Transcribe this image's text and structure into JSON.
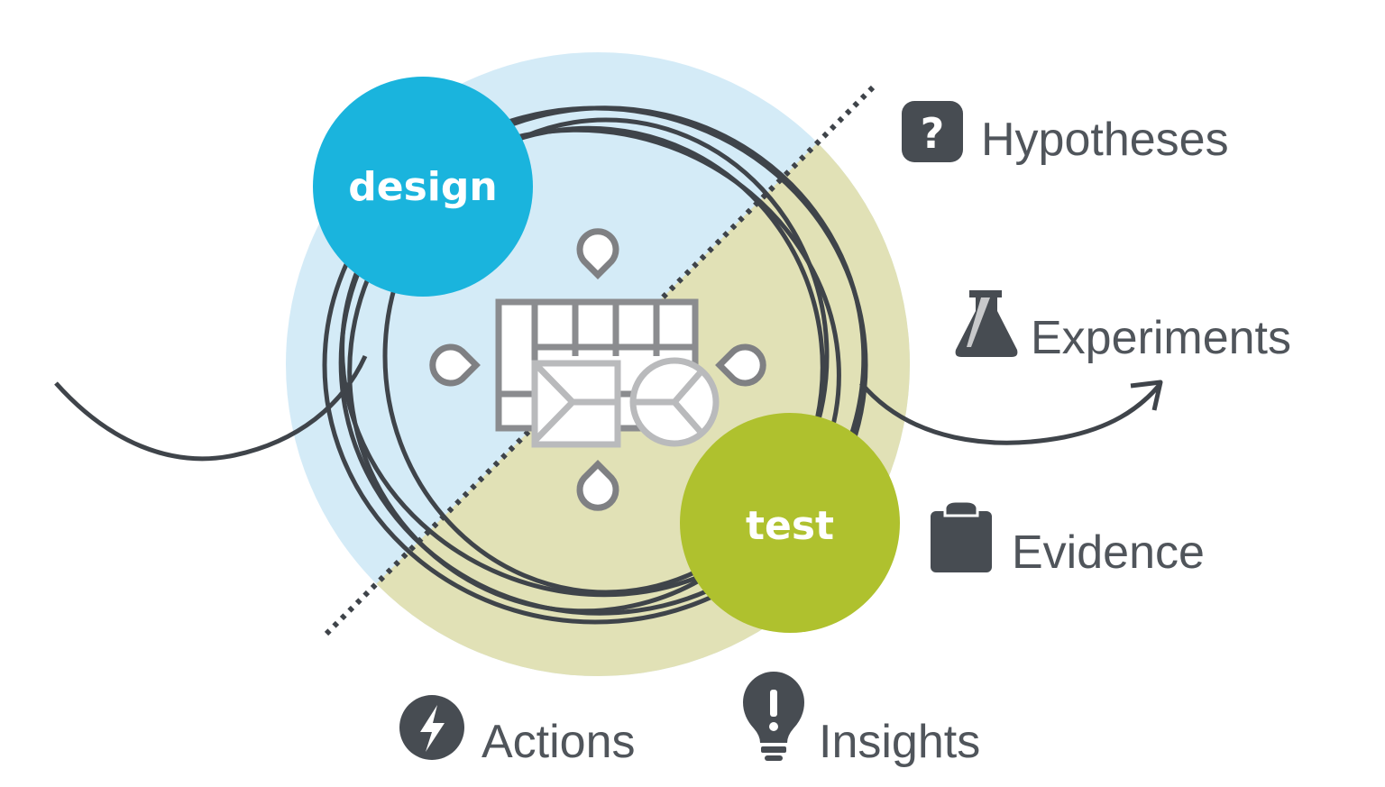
{
  "colors": {
    "design": "#1ab4dd",
    "test": "#afc12e",
    "design_half": "#d4ebf7",
    "test_half": "#e1e1b6",
    "ink": "#4a4f55"
  },
  "bubbles": {
    "design": "design",
    "test": "test"
  },
  "labels": [
    {
      "icon": "question-icon",
      "text": "Hypotheses"
    },
    {
      "icon": "flask-icon",
      "text": "Experiments"
    },
    {
      "icon": "clipboard-icon",
      "text": "Evidence"
    },
    {
      "icon": "lightning-icon",
      "text": "Actions"
    },
    {
      "icon": "lightbulb-icon",
      "text": "Insights"
    }
  ]
}
